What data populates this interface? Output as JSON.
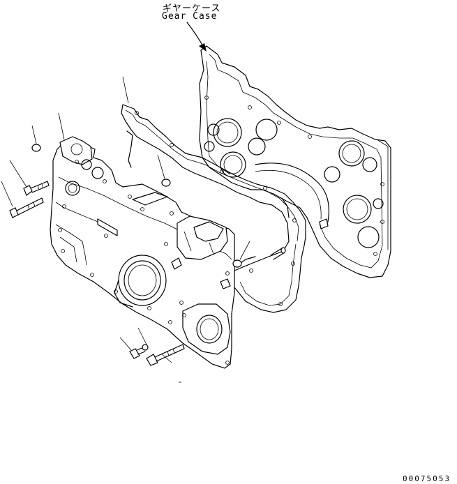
{
  "labels": {
    "gear_case_jp": "ギヤーケース",
    "gear_case_en": "Gear Case",
    "drawing_number": "00075053"
  }
}
